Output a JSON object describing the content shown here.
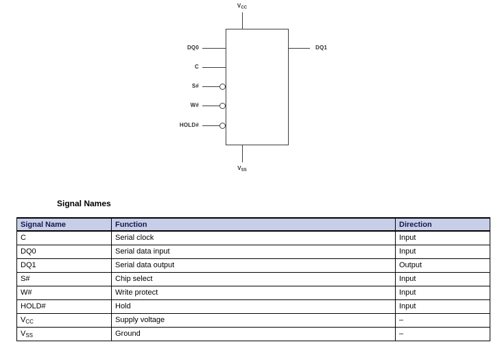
{
  "heading": "Signal Names",
  "schematic": {
    "pins": {
      "vcc": {
        "base": "V",
        "sub": "CC"
      },
      "vss": {
        "base": "V",
        "sub": "SS"
      },
      "dq0": "DQ0",
      "c": "C",
      "s": "S#",
      "w": "W#",
      "hold": "HOLD#",
      "dq1": "DQ1"
    }
  },
  "table": {
    "headers": [
      "Signal Name",
      "Function",
      "Direction"
    ],
    "rows": [
      {
        "signal": "C",
        "signal_sub": "",
        "function": "Serial clock",
        "direction": "Input"
      },
      {
        "signal": "DQ0",
        "signal_sub": "",
        "function": "Serial data input",
        "direction": "Input"
      },
      {
        "signal": "DQ1",
        "signal_sub": "",
        "function": "Serial data output",
        "direction": "Output"
      },
      {
        "signal": "S#",
        "signal_sub": "",
        "function": "Chip select",
        "direction": "Input"
      },
      {
        "signal": "W#",
        "signal_sub": "",
        "function": "Write protect",
        "direction": "Input"
      },
      {
        "signal": "HOLD#",
        "signal_sub": "",
        "function": "Hold",
        "direction": "Input"
      },
      {
        "signal": "V",
        "signal_sub": "CC",
        "function": "Supply voltage",
        "direction": "–"
      },
      {
        "signal": "V",
        "signal_sub": "SS",
        "function": "Ground",
        "direction": "–"
      }
    ]
  },
  "colors": {
    "header_bg": "#c7cee8",
    "header_text": "#14194a",
    "line": "#3c3c3c"
  }
}
